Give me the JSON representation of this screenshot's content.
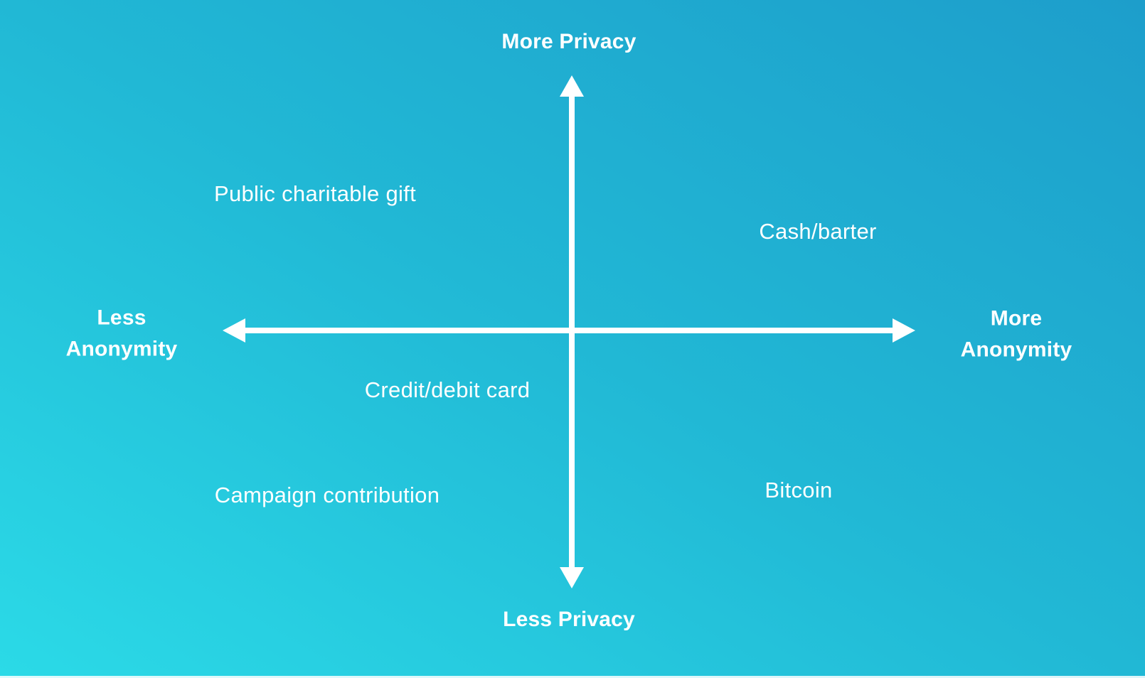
{
  "diagram": {
    "type": "quadrant",
    "description": "Privacy vs Anonymity quadrant diagram of payment/giving methods"
  },
  "colors": {
    "background_gradient_bottom_left": "#2bdae7",
    "background_gradient_top_right": "#1d9ecb",
    "axis": "#ffffff",
    "text": "#ffffff"
  },
  "axes": {
    "vertical": {
      "positive_label": "More Privacy",
      "negative_label": "Less Privacy"
    },
    "horizontal": {
      "negative_label": "Less Anonymity",
      "positive_label": "More Anonymity"
    }
  },
  "items": [
    {
      "label": "Public charitable gift",
      "quadrant": "top-left"
    },
    {
      "label": "Cash/barter",
      "quadrant": "top-right"
    },
    {
      "label": "Credit/debit card",
      "quadrant": "bottom-left"
    },
    {
      "label": "Campaign contribution",
      "quadrant": "bottom-left"
    },
    {
      "label": "Bitcoin",
      "quadrant": "bottom-right"
    }
  ]
}
